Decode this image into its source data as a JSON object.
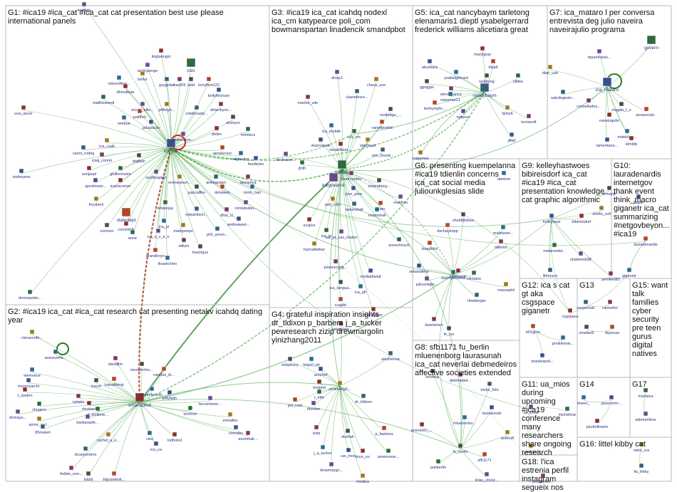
{
  "colors": {
    "background": "#ffffff",
    "panel_border": "#b8b8b8",
    "edge_green": "#2c9a2c",
    "edge_dark_green": "#1e7d1e",
    "edge_brown": "#9a3b1e",
    "node_label": "#2a2a8a",
    "node_label_blue": "#1a4fb0"
  },
  "panels": [
    {
      "id": "G1",
      "title": "G1: #ica19 #ica_cat #ica_cat cat presentation best use please international panels"
    },
    {
      "id": "G3",
      "title": "G3: #ica19 ica_cat icahdq nodexl ica_cm katypearce poli_com bowmanspartan linadencik smandpbot"
    },
    {
      "id": "G5",
      "title": "G5: ica_cat nancybaym tarletong elenamaris1 dieptl ysabelgerrard frederick williams alicetiara great"
    },
    {
      "id": "G7",
      "title": "G7: ica_mataro l per conversa entrevista deg julio naveira naveirajulio programa"
    },
    {
      "id": "G6",
      "title": "G6: presenting kuempelanna #ica19 tdienlin concerns ica_cat social media juliounkglesias slide"
    },
    {
      "id": "G9",
      "title": "G9: kelleyhastwoes bibireisdorf ica_cat #ica19 #ica_cat presentation knowledge cat graphic algorithmic"
    },
    {
      "id": "G10",
      "title": "G10: lauradenardis internetgov thank event think_macro giganetr ica_cat summarizing #netgovbeyon... #ica19"
    },
    {
      "id": "G2",
      "title": "G2: #ica19 ica_cat #ica_cat research cat presenting netakv icahdq dating year"
    },
    {
      "id": "G4",
      "title": "G4: grateful inspiration insights dr_tldixon p_barbera j_a_tucker pewresearch zizip drewmargolin yinizhang2011"
    },
    {
      "id": "G8",
      "title": "G8: sfb1171 fu_berlin mluenenborg laurasunah ica_cat neverlai debmedeiros affective societies extended"
    },
    {
      "id": "G12",
      "title": "G12: ica s cat gt aka csgspace giganetr"
    },
    {
      "id": "G13",
      "title": "G13"
    },
    {
      "id": "G15",
      "title": "G15: want talk families cyber security pre teen gurus digital natives"
    },
    {
      "id": "G11",
      "title": "G11: ua_mios during upcoming #ica19 conference many researchers share ongoing research"
    },
    {
      "id": "G14",
      "title": "G14"
    },
    {
      "id": "G17",
      "title": "G17"
    },
    {
      "id": "G18",
      "title": "G18: l'ica estrenia perfil instagram segueix nos"
    },
    {
      "id": "G16",
      "title": "G16: littel kibby cat"
    }
  ],
  "nodes": [
    {
      "label": "ica_cat"
    },
    {
      "label": "smandpbot"
    },
    {
      "label": "icahdq"
    },
    {
      "label": "katypearce"
    },
    {
      "label": "poli_com"
    },
    {
      "label": "nancybaym"
    },
    {
      "label": "elenamaris1"
    },
    {
      "label": "tarletong"
    },
    {
      "label": "dieptl"
    },
    {
      "label": "ysabelgerrard"
    },
    {
      "label": "alicetiara"
    },
    {
      "label": "marylgray"
    },
    {
      "label": "ylbike"
    },
    {
      "label": "natpoor"
    },
    {
      "label": "lizlosh"
    },
    {
      "label": "jillbd"
    },
    {
      "label": "terrisenft"
    },
    {
      "label": "ggoggin"
    },
    {
      "label": "leehumphr..."
    },
    {
      "label": "marymar21"
    },
    {
      "label": "ica_mataro"
    },
    {
      "label": "naveirajulio"
    },
    {
      "label": "govern"
    },
    {
      "label": "dquericisan..."
    },
    {
      "label": "diari_usb"
    },
    {
      "label": "nalcdegesin..."
    },
    {
      "label": "consellados..."
    },
    {
      "label": "magda_f_s"
    },
    {
      "label": "areasocial..."
    },
    {
      "label": "mdelsarg..."
    },
    {
      "label": "lamentano..."
    },
    {
      "label": "elmbib"
    },
    {
      "label": "ica_cm"
    },
    {
      "label": "drsrp1"
    },
    {
      "label": "chess_ess"
    },
    {
      "label": "claesdevre..."
    },
    {
      "label": "marlek_vde"
    },
    {
      "label": "routledge_..."
    },
    {
      "label": "vanettevelld"
    },
    {
      "label": "ica_mobile"
    },
    {
      "label": "vkarnowski"
    },
    {
      "label": "viviainfranc..."
    },
    {
      "label": "jfrith"
    },
    {
      "label": "devinaser..."
    },
    {
      "label": "stanfeast"
    },
    {
      "label": "smr_found..."
    },
    {
      "label": "linad nodex"
    },
    {
      "label": "annenberg..."
    },
    {
      "label": "aram"
    },
    {
      "label": "noamshall"
    },
    {
      "label": "joce_pina"
    },
    {
      "label": "ecsjice"
    },
    {
      "label": "ica_pr"
    },
    {
      "label": "ica_pr_vas_thatoo"
    },
    {
      "label": "hsznatbeher"
    },
    {
      "label": "lamershall"
    },
    {
      "label": "julieescurig..."
    },
    {
      "label": "ica_langua..."
    },
    {
      "label": "icagibt"
    },
    {
      "label": "ica_pfr"
    },
    {
      "label": "mediadisdat"
    },
    {
      "label": "merylalper"
    },
    {
      "label": "annechirsch"
    },
    {
      "label": "realdrsu"
    },
    {
      "label": "icagames"
    },
    {
      "label": "kuempelanna"
    },
    {
      "label": "tdienlin"
    },
    {
      "label": "shuhblliskee"
    },
    {
      "label": "dschaykopp"
    },
    {
      "label": "maltoeser..."
    },
    {
      "label": "sebavalenz"
    },
    {
      "label": "kuempele"
    },
    {
      "label": "vlimaluo"
    },
    {
      "label": "juliounkgle..."
    },
    {
      "label": "masurphil"
    },
    {
      "label": "riheiberger"
    },
    {
      "label": "lisamerten"
    },
    {
      "label": "fe_ice"
    },
    {
      "label": "lssaddick"
    },
    {
      "label": "dantom"
    },
    {
      "label": "kelleyhast"
    },
    {
      "label": "bibireisdorf"
    },
    {
      "label": "melamedel..."
    },
    {
      "label": "shaheenk88"
    },
    {
      "label": "shelle_coll"
    },
    {
      "label": "lithorson"
    },
    {
      "label": "penlked83"
    },
    {
      "label": "drmanjc"
    },
    {
      "label": "lauradenardis"
    },
    {
      "label": "giganetr"
    },
    {
      "label": "lttiglio"
    },
    {
      "label": "lingluengst"
    },
    {
      "label": "csis"
    },
    {
      "label": "arctlcpenge"
    },
    {
      "label": "bellur"
    },
    {
      "label": "guygolan"
    },
    {
      "label": "hard09"
    },
    {
      "label": "avid"
    },
    {
      "label": "terryflew123"
    },
    {
      "label": "robonemat..."
    },
    {
      "label": "kellyfincham"
    },
    {
      "label": "dhinstitute"
    },
    {
      "label": "matthewwoll"
    },
    {
      "label": "nicole_ellis..."
    },
    {
      "label": "jeffreyn..."
    },
    {
      "label": "celebtcarrp..."
    },
    {
      "label": "drbeckyne..."
    },
    {
      "label": "alvinyxz"
    },
    {
      "label": "judithrh"
    },
    {
      "label": "iwmtue"
    },
    {
      "label": "jahapaula"
    },
    {
      "label": "dodre"
    },
    {
      "label": "hnmlecz"
    },
    {
      "label": "lottewillem..."
    },
    {
      "label": "ica_csab"
    },
    {
      "label": "carmi_rodrig"
    },
    {
      "label": "icwij_comm"
    },
    {
      "label": "drgllpin"
    },
    {
      "label": "annekroon"
    },
    {
      "label": "elghecho"
    },
    {
      "label": "feedkoko"
    },
    {
      "label": "sonjaspl"
    },
    {
      "label": "glullerenzini"
    },
    {
      "label": "scottlcaplan"
    },
    {
      "label": "emmelyner..."
    },
    {
      "label": "antmandan"
    },
    {
      "label": "deerprlya"
    },
    {
      "label": "pascalllke"
    },
    {
      "label": "delaiwen"
    },
    {
      "label": "minh_hao"
    },
    {
      "label": "ajorshoutv..."
    },
    {
      "label": "icaviscomm"
    },
    {
      "label": "emperjay"
    },
    {
      "label": "contabulou..."
    },
    {
      "label": "frizzberk"
    },
    {
      "label": "edwardsch..."
    },
    {
      "label": "dhal_cl"
    },
    {
      "label": "icenviro"
    },
    {
      "label": "statedept"
    },
    {
      "label": "ica_pi"
    },
    {
      "label": "andreawen..."
    },
    {
      "label": "commitdk"
    },
    {
      "label": "anne"
    },
    {
      "label": "s_t_s_v_e_n"
    },
    {
      "label": "markpoeps"
    },
    {
      "label": "phil_arcen..."
    },
    {
      "label": "xdkerr"
    },
    {
      "label": "teachguz"
    },
    {
      "label": "brandiroyo"
    },
    {
      "label": "lksamchen"
    },
    {
      "label": "inebeyens"
    },
    {
      "label": "uva_ascor"
    },
    {
      "label": "donnepebe..."
    },
    {
      "label": "leatlady"
    },
    {
      "label": "clerasouth..."
    },
    {
      "label": "ausurveilla..."
    },
    {
      "label": "davidjhn"
    },
    {
      "label": "mcewenlnc..."
    },
    {
      "label": "rasmus_kl..."
    },
    {
      "label": "elemvece"
    },
    {
      "label": "morenyarchi"
    },
    {
      "label": "c_baden"
    },
    {
      "label": "shugers"
    },
    {
      "label": "dvmaya..."
    },
    {
      "label": "annie_wel..."
    },
    {
      "label": "85melert"
    },
    {
      "label": "netakv"
    },
    {
      "label": "icacm"
    },
    {
      "label": "loanaliterat"
    },
    {
      "label": "theinderyolc"
    },
    {
      "label": "jodyfaith"
    },
    {
      "label": "rfeukauf"
    },
    {
      "label": "d_stollenb..."
    },
    {
      "label": "barbarapfe..."
    },
    {
      "label": "rachel_a_k..."
    },
    {
      "label": "drcarpenters"
    },
    {
      "label": "fedlan_ene..."
    },
    {
      "label": "lutzld"
    },
    {
      "label": "blgcastestr..."
    },
    {
      "label": "ciee"
    },
    {
      "label": "ica_ca"
    },
    {
      "label": "lsdhoksl"
    },
    {
      "label": "lzcomm"
    },
    {
      "label": "bucomrese..."
    },
    {
      "label": "emsalbu"
    },
    {
      "label": "comslbu"
    },
    {
      "label": "arunimak..."
    },
    {
      "label": "erikpbucy"
    },
    {
      "label": "poi_com"
    },
    {
      "label": "lelguo_sh"
    },
    {
      "label": "arochef"
    },
    {
      "label": "tnviphd"
    },
    {
      "label": "t_lrfth"
    },
    {
      "label": "rfreelen"
    },
    {
      "label": "yinizhang2..."
    },
    {
      "label": "dr_tldixon"
    },
    {
      "label": "zizip"
    },
    {
      "label": "dvshah"
    },
    {
      "label": "p_barbera"
    },
    {
      "label": "j_a_tucker"
    },
    {
      "label": "uw_mois"
    },
    {
      "label": "joun_su"
    },
    {
      "label": "pewresear..."
    },
    {
      "label": "drewmargo..."
    },
    {
      "label": "rhodius"
    },
    {
      "label": "alexhenna"
    },
    {
      "label": "latingreen"
    },
    {
      "label": "fu_berlin"
    },
    {
      "label": "sfb1171"
    },
    {
      "label": "mluenenbo..."
    },
    {
      "label": "laurasunah"
    },
    {
      "label": "prommer_..."
    },
    {
      "label": "pukberlin"
    },
    {
      "label": "linke_christ..."
    },
    {
      "label": "ardkruft"
    },
    {
      "label": "mvbz_fufu"
    },
    {
      "label": "debmedeir..."
    },
    {
      "label": "neverlai"
    },
    {
      "label": "b01grou"
    },
    {
      "label": "prolinkesis..."
    },
    {
      "label": "dosslerpoli..."
    },
    {
      "label": "csgspace"
    },
    {
      "label": "michellvar"
    },
    {
      "label": "ua_mios"
    },
    {
      "label": "r_esearch"
    },
    {
      "label": "senjeends"
    },
    {
      "label": "rahesthri"
    },
    {
      "label": "enadwr6"
    },
    {
      "label": "dayeuss"
    },
    {
      "label": "lewen_"
    },
    {
      "label": "psucomm..."
    },
    {
      "label": "psubellisario"
    },
    {
      "label": "icaclaica"
    },
    {
      "label": "askmenfess"
    },
    {
      "label": "neko_ica"
    },
    {
      "label": "lts_lnkky"
    },
    {
      "label": "jorisvanou..."
    }
  ]
}
